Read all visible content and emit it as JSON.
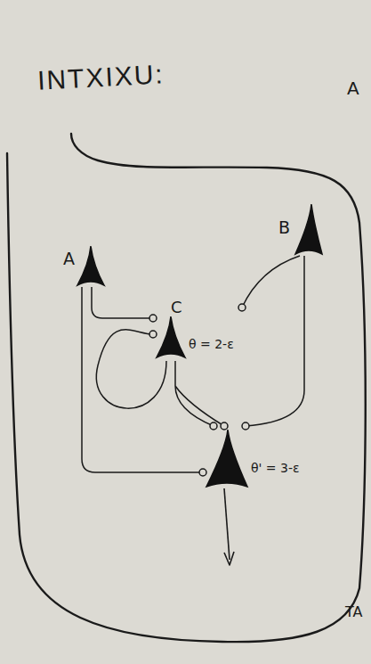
{
  "diagram": {
    "nodes": [
      {
        "text": [
          "A"
        ]
      },
      {
        "text": [
          "B"
        ]
      },
      {
        "text": [
          "C",
          "θ = 2-ε"
        ]
      },
      {
        "text": [
          "θ' = 3-ε"
        ]
      }
    ],
    "edges": [
      {
        "from": 0,
        "to": 2,
        "arrow": "to"
      },
      {
        "from": 1,
        "to": 2,
        "arrow": "to"
      },
      {
        "from": 2,
        "to": 2,
        "arrow": "to"
      },
      {
        "from": 2,
        "to": 3,
        "arrow": "to"
      },
      {
        "from": 0,
        "to": 3,
        "arrow": "to"
      },
      {
        "from": 1,
        "to": 3,
        "arrow": "to"
      }
    ],
    "labels": [
      "INTXIXU:",
      "A",
      "TA"
    ]
  }
}
